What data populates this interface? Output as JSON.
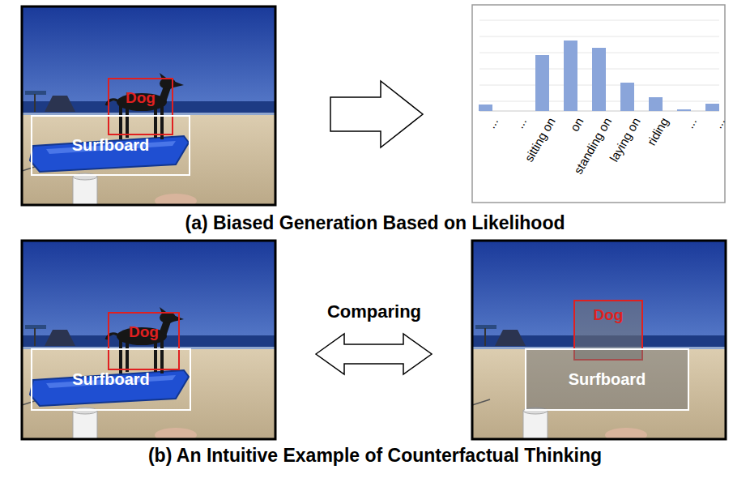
{
  "diagram": {
    "nodes": [
      {
        "text": [
          "Dog"
        ]
      },
      {
        "text": [
          "Surfboard"
        ]
      },
      {
        "text": [
          "Dog"
        ]
      },
      {
        "text": [
          "Surfboard"
        ]
      },
      {
        "text": [
          "Dog"
        ]
      },
      {
        "text": [
          "Surfboard"
        ]
      }
    ],
    "labels": [
      "...",
      "...",
      "sitting on",
      "on",
      "standing on",
      "laying on",
      "riding",
      "...",
      "...",
      "(a) Biased Generation Based on Likelihood",
      "Comparing",
      "(b) An Intuitive Example of Counterfactual Thinking"
    ]
  }
}
